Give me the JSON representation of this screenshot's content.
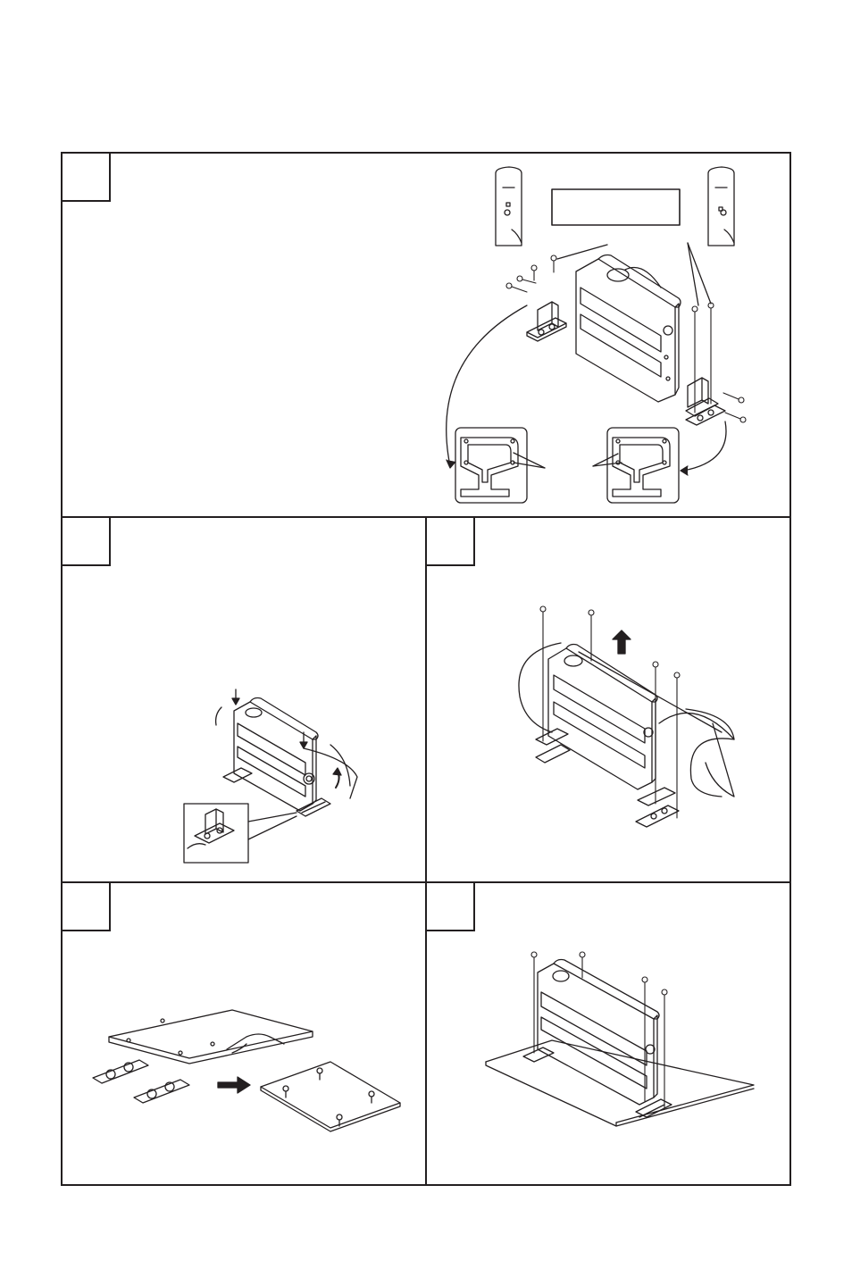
{
  "document": {
    "type": "installation-instruction-page",
    "steps": [
      {
        "id": "1",
        "number_label": "",
        "figure": "remove-stands-and-swap-mounting-plates"
      },
      {
        "id": "2",
        "number_label": "",
        "figure": "tilt-unit-and-release-stand"
      },
      {
        "id": "3",
        "number_label": "",
        "figure": "remove-screws-and-lift-unit"
      },
      {
        "id": "4",
        "number_label": "",
        "figure": "mark-and-drill-floor-template"
      },
      {
        "id": "5",
        "number_label": "",
        "figure": "fix-unit-to-floor"
      }
    ],
    "callout_label": "",
    "colors": {
      "ink": "#231f20",
      "paper": "#ffffff"
    }
  }
}
